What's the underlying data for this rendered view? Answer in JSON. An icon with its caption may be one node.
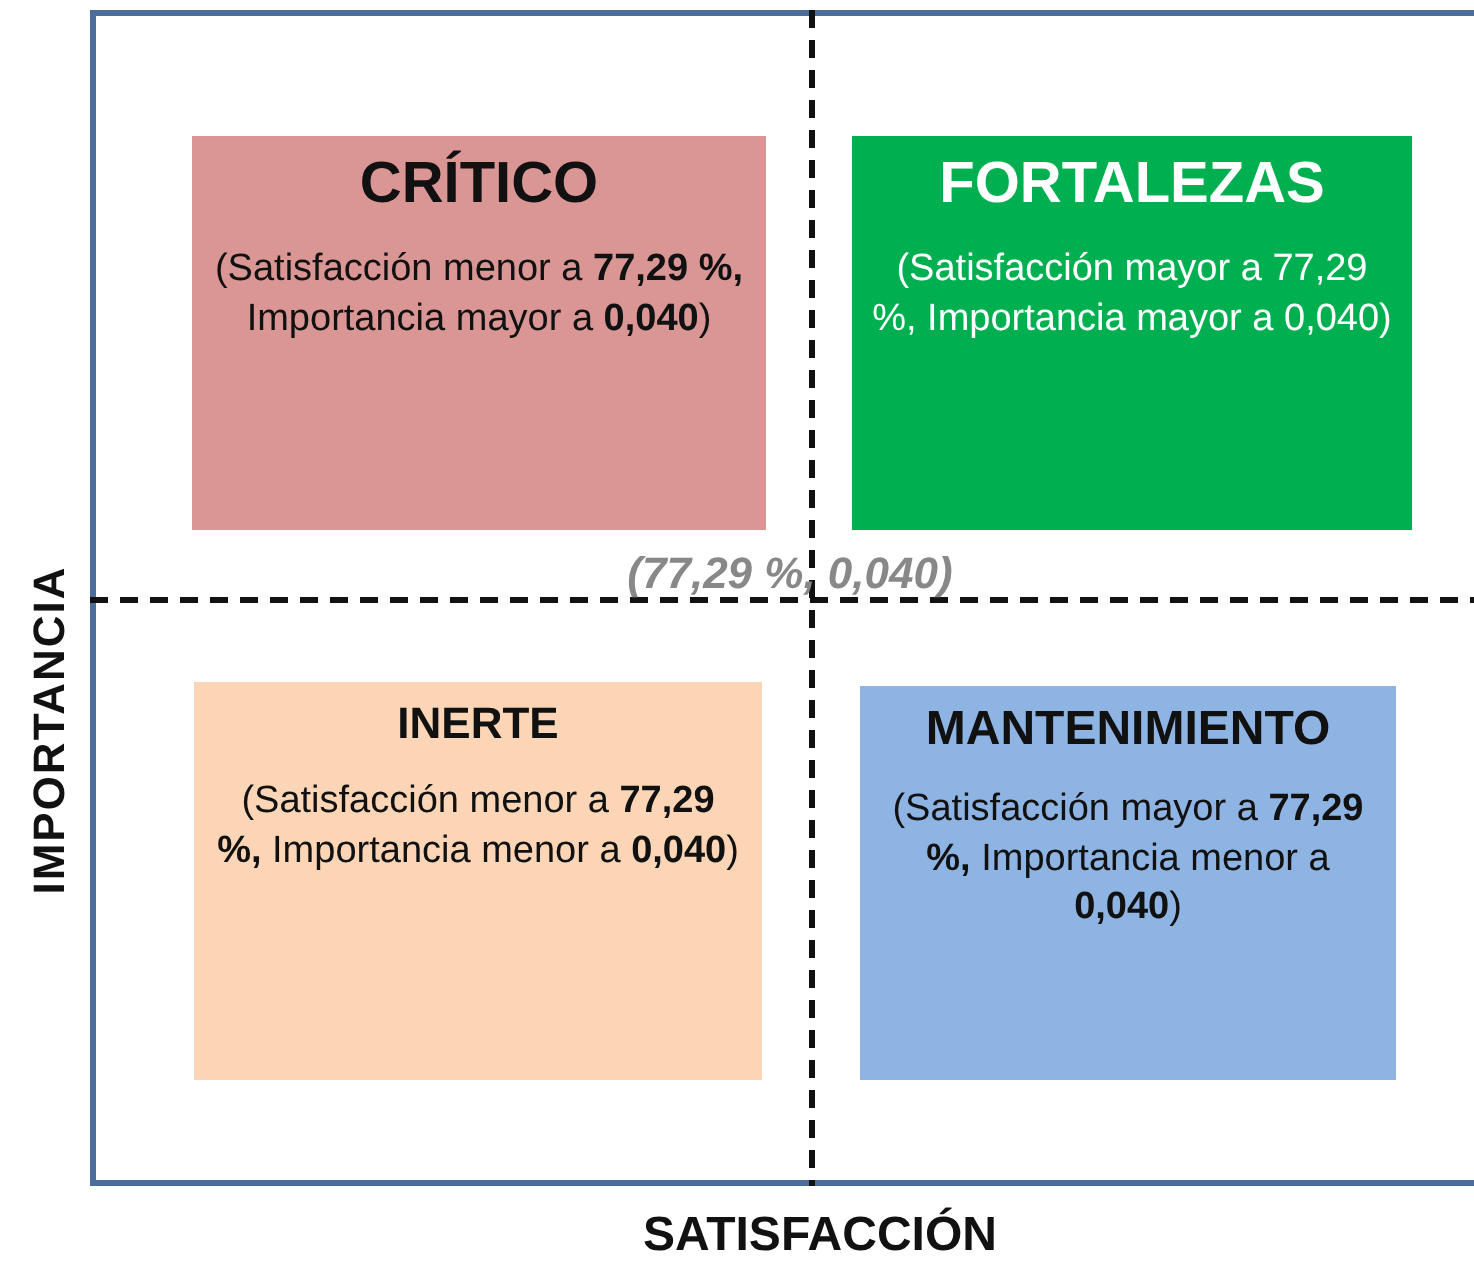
{
  "diagram": {
    "nodes": [
      {
        "text": [
          "CRÍTICO",
          "(Satisfacción menor a **77,29 %,** Importancia mayor a **0,040**)"
        ]
      },
      {
        "text": [
          "FORTALEZAS",
          "(Satisfacción mayor a 77,29 %, Importancia mayor a 0,040)"
        ]
      },
      {
        "text": [
          "INERTE",
          "(Satisfacción menor a **77,29 %,** Importancia menor a **0,040**)"
        ]
      },
      {
        "text": [
          "MANTENIMIENTO",
          "(Satisfacción mayor a **77,29 %,** Importancia menor a **0,040**)"
        ]
      }
    ],
    "edges": [],
    "labels": [
      "(77,29 %, 0,040)",
      "IMPORTANCIA",
      "SATISFACCIÓN"
    ]
  }
}
